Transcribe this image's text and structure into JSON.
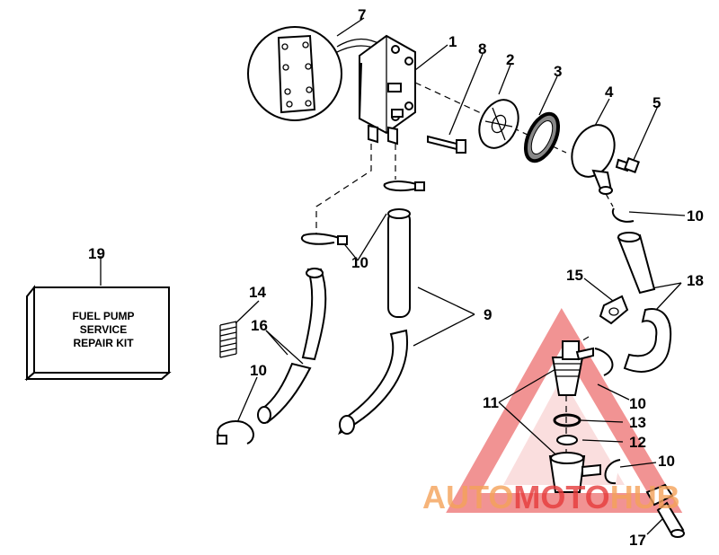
{
  "callouts": {
    "c1": "1",
    "c2": "2",
    "c3": "3",
    "c4": "4",
    "c5": "5",
    "c7": "7",
    "c8": "8",
    "c9": "9",
    "c10a": "10",
    "c10b": "10",
    "c10c": "10",
    "c10d": "10",
    "c10e": "10",
    "c11": "11",
    "c12": "12",
    "c13": "13",
    "c14": "14",
    "c15": "15",
    "c16": "16",
    "c17": "17",
    "c18": "18",
    "c19": "19"
  },
  "kit": {
    "line1": "FUEL PUMP",
    "line2": "SERVICE",
    "line3": "REPAIR KIT"
  },
  "watermark": {
    "part1": "AUTO",
    "part2": "MOTO",
    "part3": "HUB",
    "color_orange": "#f4a259",
    "color_red": "#e63b3b"
  }
}
